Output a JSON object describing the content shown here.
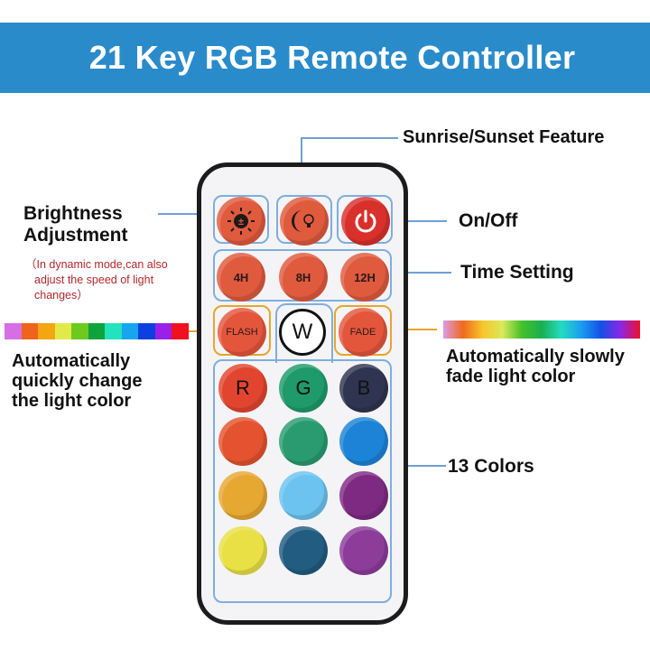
{
  "header": {
    "title": "21 Key RGB Remote Controller",
    "background": "#2a8bcb"
  },
  "labels": {
    "sunrise": "Sunrise/Sunset Feature",
    "brightness_line1": "Brightness",
    "brightness_line2": "Adjustment",
    "brightness_note_line1": "（In dynamic mode,can also",
    "brightness_note_line2": "adjust the speed of light",
    "brightness_note_line3": "changes）",
    "onoff": "On/Off",
    "time": "Time Setting",
    "flash_line1": "Automatically",
    "flash_line2": "quickly change",
    "flash_line3": "the light color",
    "fade_line1": "Automatically slowly",
    "fade_line2": "fade light color",
    "colors": "13 Colors"
  },
  "remote": {
    "buttons": {
      "brightness_icon": "brightness-icon",
      "sunrise_icon": "moon-bulb-icon",
      "power_icon": "power-icon",
      "t4": "4H",
      "t8": "8H",
      "t12": "12H",
      "flash": "FLASH",
      "white": "W",
      "fade": "FADE",
      "r": "R",
      "g": "G",
      "b": "B"
    },
    "color_buttons": [
      "#e2452f",
      "#1f9a6a",
      "#2f3550",
      "#e4522f",
      "#2a9b70",
      "#1d83d6",
      "#e7a832",
      "#6cc3ef",
      "#7e2a82",
      "#e8e045",
      "#225c80",
      "#8d3c9a"
    ]
  },
  "flash_strip": [
    "#d66fe3",
    "#f0631c",
    "#f2a612",
    "#e2ea4a",
    "#6ccb1c",
    "#0fa33e",
    "#22e3bb",
    "#17a5f0",
    "#0b3fe0",
    "#9a1fe8",
    "#f01020"
  ]
}
